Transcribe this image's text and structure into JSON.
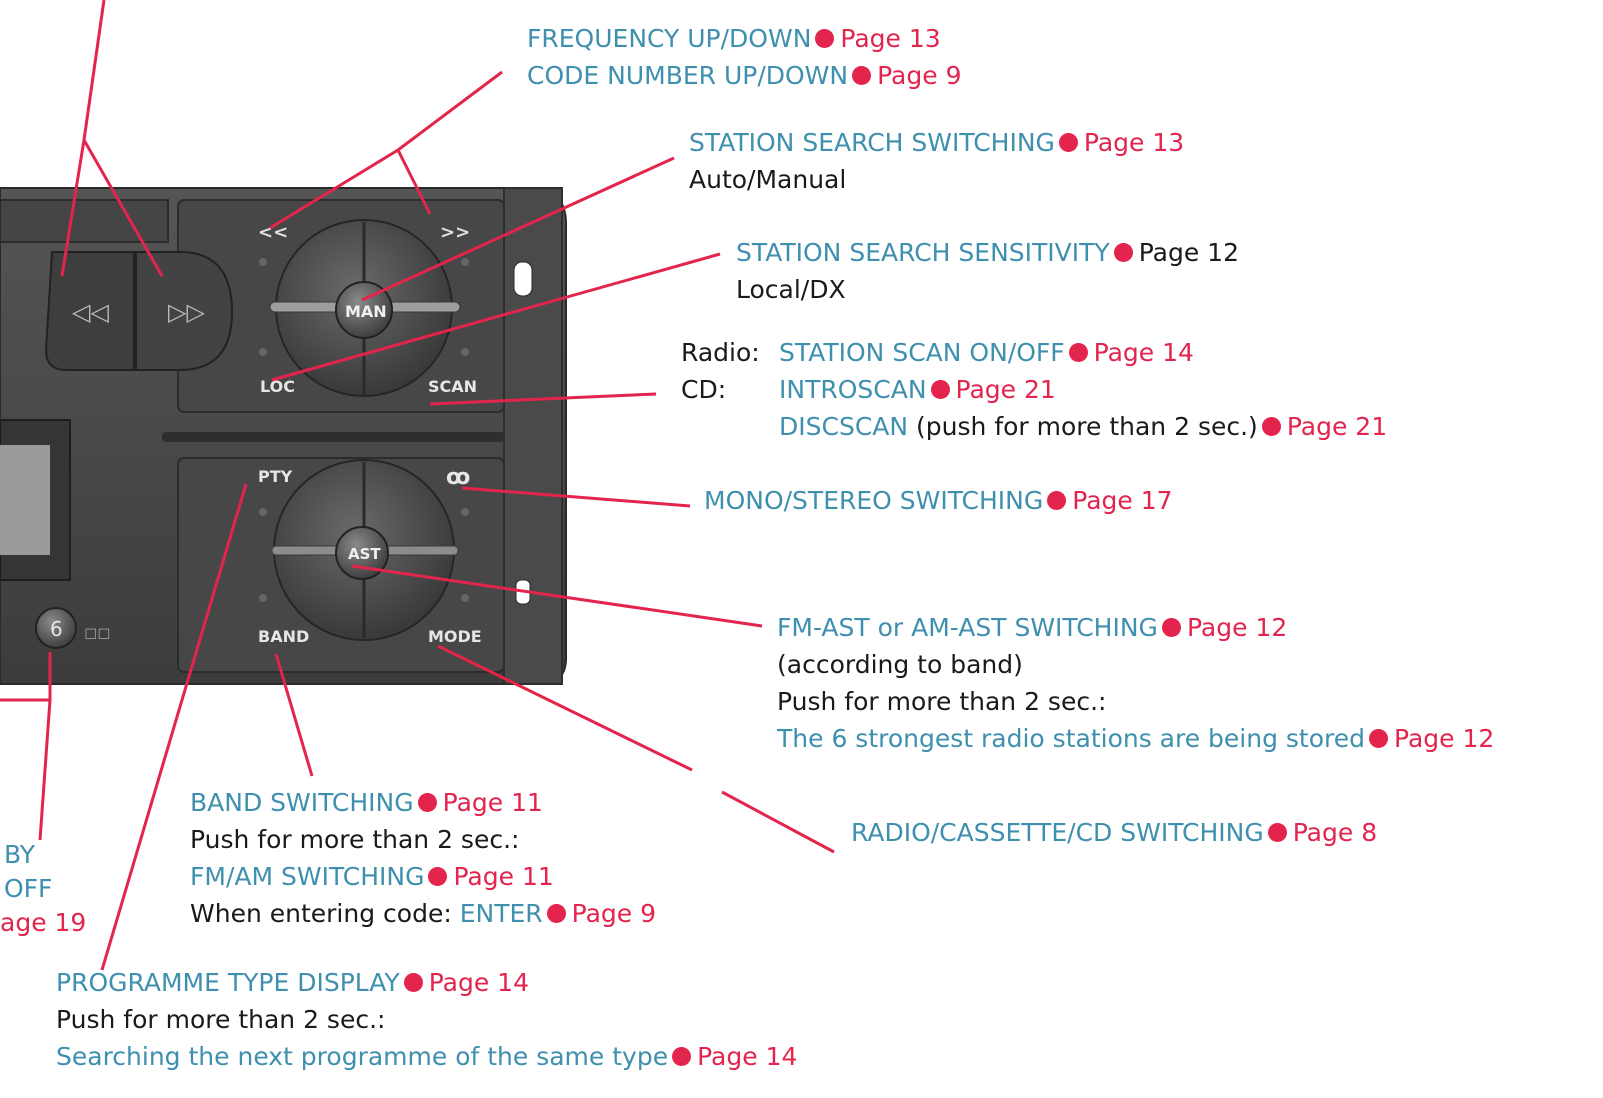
{
  "colors": {
    "accent_text": "#3f8fae",
    "page_ref": "#e3244d",
    "leader_line": "#e3244d",
    "body_text": "#1a1a1a",
    "panel": "#4a4a4a"
  },
  "panel": {
    "key_labels": {
      "rew": "◁◁",
      "ffw": "▷▷",
      "prev": "<<",
      "next": ">>",
      "man": "MAN",
      "loc": "LOC",
      "scan": "SCAN",
      "pty": "PTY",
      "stereo": "ꝏ",
      "ast": "AST",
      "band": "BAND",
      "mode": "MODE",
      "preset6": "6",
      "dolby": "◻◻"
    }
  },
  "annotations": {
    "freq_up_down": {
      "label": "FREQUENCY UP/DOWN",
      "page": "Page 13"
    },
    "code_up_down": {
      "label": "CODE NUMBER UP/DOWN",
      "page": "Page 9"
    },
    "search_switching": {
      "label": "STATION SEARCH SWITCHING",
      "page": "Page 13",
      "note": "Auto/Manual"
    },
    "search_sensitivity": {
      "label": "STATION SEARCH SENSITIVITY",
      "page": "Page 12",
      "note": "Local/DX"
    },
    "scan": {
      "radio_prefix": "Radio:",
      "radio_label": "STATION SCAN ON/OFF",
      "radio_page": "Page 14",
      "cd_prefix": "CD:",
      "cd_label": "INTROSCAN",
      "cd_page": "Page 21",
      "disc_label": "DISCSCAN",
      "disc_note": "(push for more than 2 sec.)",
      "disc_page": "Page 21"
    },
    "mono_stereo": {
      "label": "MONO/STEREO SWITCHING",
      "page": "Page 17"
    },
    "ast": {
      "label": "FM-AST or AM-AST SWITCHING",
      "page": "Page 12",
      "note1": "(according to band)",
      "note2": "Push for more than 2 sec.:",
      "sub_label": "The 6 strongest radio stations are being stored",
      "sub_page": "Page 12"
    },
    "mode": {
      "label": "RADIO/CASSETTE/CD SWITCHING",
      "page": "Page 8"
    },
    "band": {
      "label": "BAND SWITCHING",
      "page": "Page 11",
      "note": "Push for more than 2 sec.:",
      "sub_label": "FM/AM SWITCHING",
      "sub_page": "Page 11",
      "code_prefix": "When entering code:",
      "code_label": "ENTER",
      "code_page": "Page 9"
    },
    "pty": {
      "label": "PROGRAMME TYPE DISPLAY",
      "page": "Page 14",
      "note": "Push for more than 2 sec.:",
      "sub_label": "Searching the next programme of the same type",
      "sub_page": "Page 14"
    },
    "left_fragment": {
      "line1": "BY",
      "line2": "OFF",
      "line3": "age 19"
    }
  }
}
